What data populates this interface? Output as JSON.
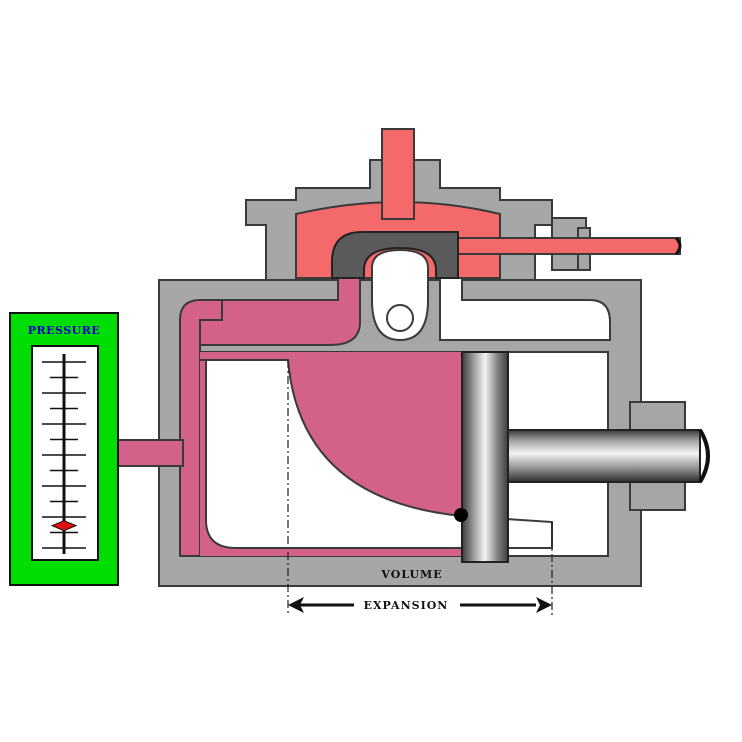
{
  "labels": {
    "pressure": "PRESSURE",
    "volume": "VOLUME",
    "expansion": "EXPANSION"
  },
  "gauge": {
    "level": 0.12,
    "tick_count": 12
  },
  "colors": {
    "casing": "#a6a6a6",
    "casing_stroke": "#3a3a3a",
    "steam": "#d36189",
    "valve_chest": "#f46a6a",
    "gauge_panel": "#00dd00",
    "gauge_text": "#0000cc",
    "gauge_marker": "#e01010",
    "valve": "#5a5a5a",
    "piston_light": "#e8e8e8",
    "piston_dark": "#4a4a4a",
    "background": "#ffffff"
  },
  "icons": {
    "gauge_marker": "diamond-icon",
    "arrow_left": "arrow-left-icon",
    "arrow_right": "arrow-right-icon",
    "point": "dot-icon"
  }
}
